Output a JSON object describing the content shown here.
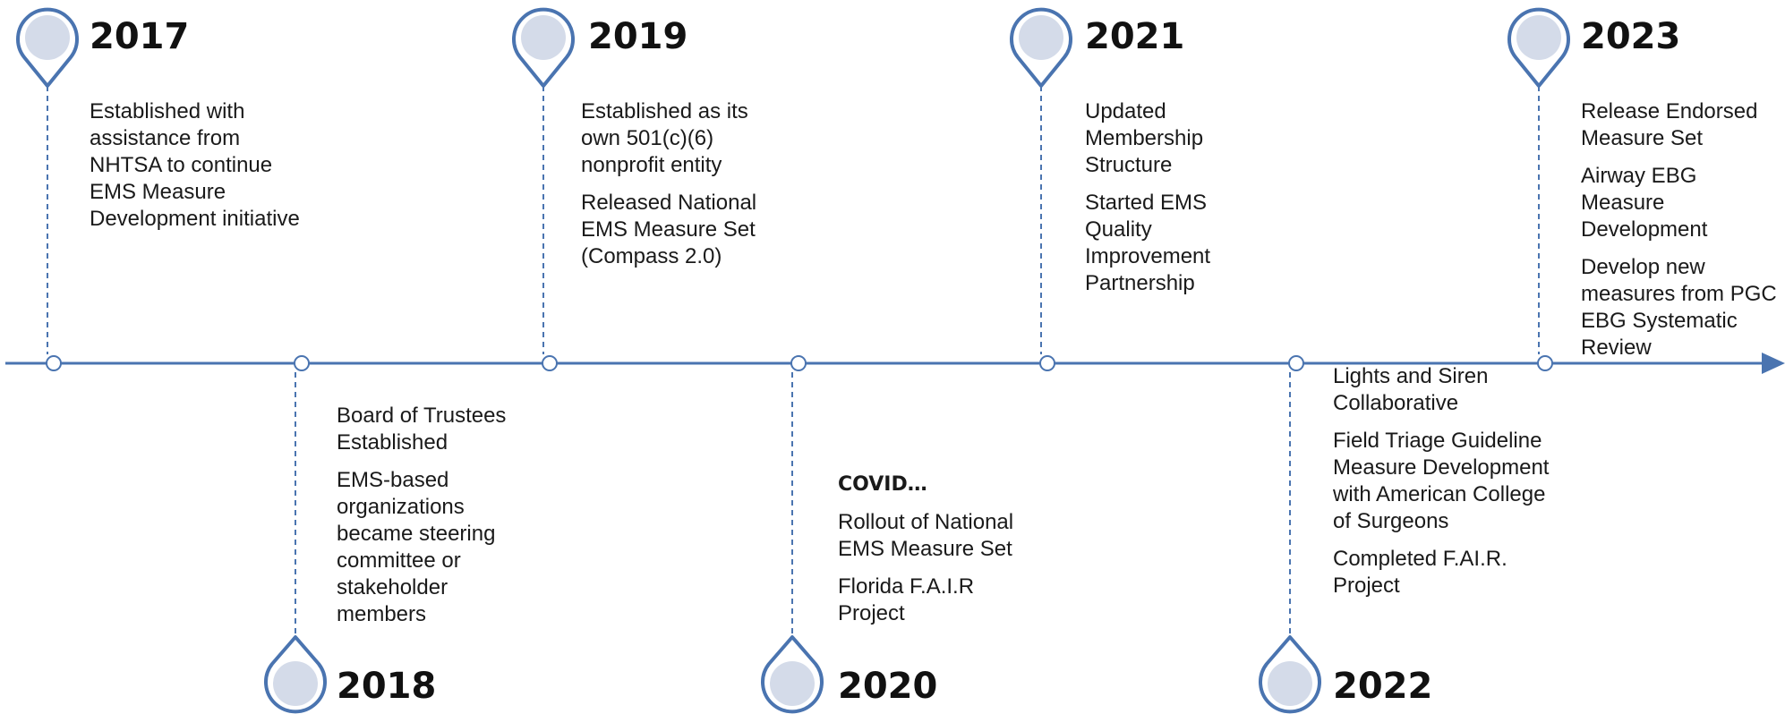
{
  "timeline": {
    "colors": {
      "line": "#4a74b0",
      "pin_fill": "#d4dbe9",
      "pin_stroke": "#4a74b0"
    },
    "milestones": [
      {
        "year": "2017",
        "items": [
          "Established with assistance from NHTSA to continue EMS Measure Development initiative"
        ]
      },
      {
        "year": "2018",
        "items": [
          "Board of Trustees Established",
          "EMS-based organizations became steering committee or stakeholder members"
        ]
      },
      {
        "year": "2019",
        "items": [
          "Established as its own 501(c)(6) nonprofit entity",
          "Released National EMS Measure Set (Compass 2.0)"
        ]
      },
      {
        "year": "2020",
        "items": [
          "COVID…",
          "Rollout of National EMS Measure Set",
          "Florida F.A.I.R Project"
        ]
      },
      {
        "year": "2021",
        "items": [
          "Updated Membership Structure",
          "Started EMS Quality Improvement Partnership"
        ]
      },
      {
        "year": "2022",
        "items": [
          "Lights and Siren Collaborative",
          "Field Triage Guideline Measure Development with American College of Surgeons",
          "Completed F.AI.R. Project"
        ]
      },
      {
        "year": "2023",
        "items": [
          "Release Endorsed Measure Set",
          "Airway EBG Measure Development",
          "Develop new measures from PGC EBG Systematic Review"
        ]
      }
    ]
  }
}
